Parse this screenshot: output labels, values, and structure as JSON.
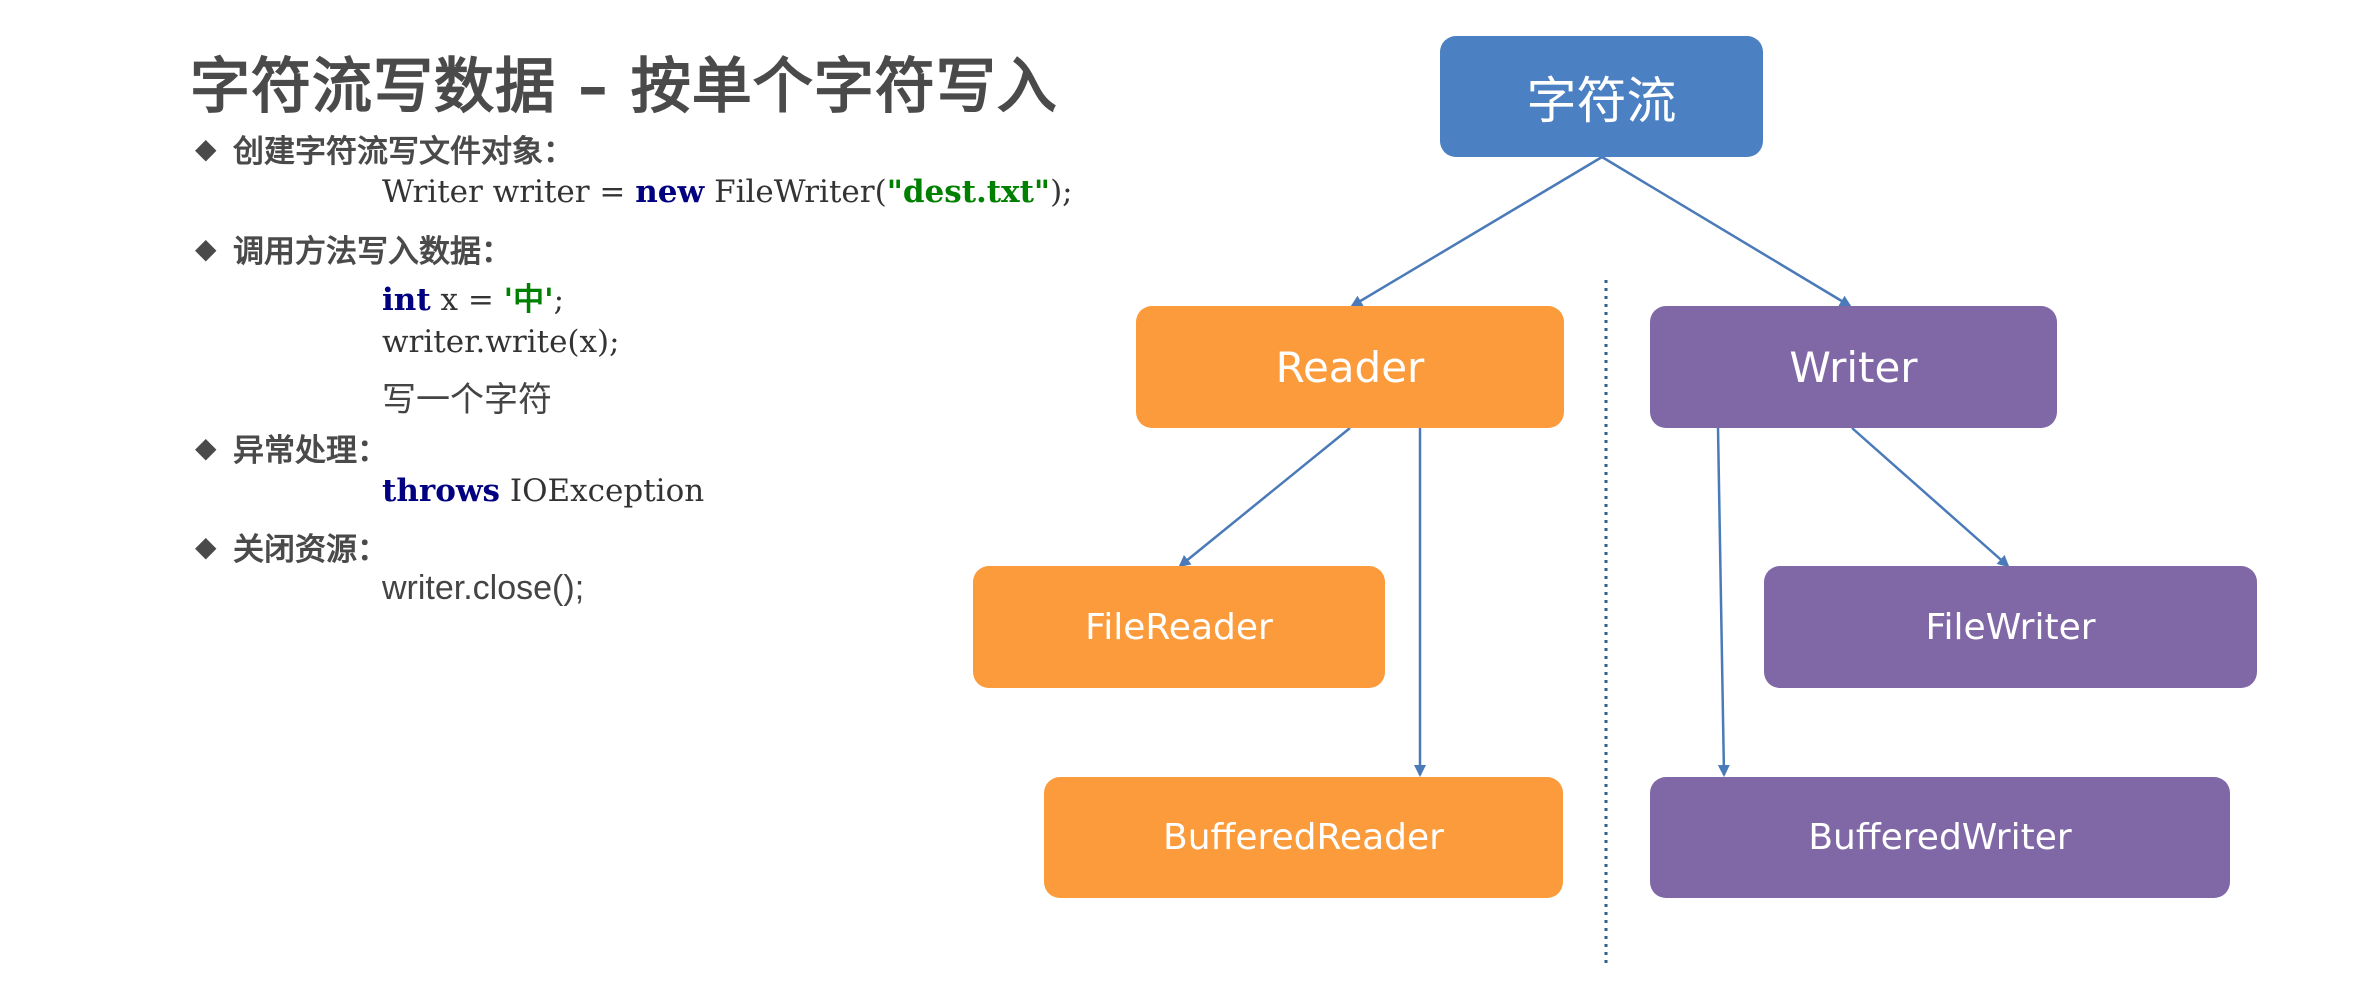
{
  "text": {
    "title": "字符流写数据 – 按单个字符写入",
    "bullet_mark": "◆",
    "bullets": [
      "创建字符流写文件对象：",
      "调用方法写入数据：",
      "异常处理：",
      "关闭资源："
    ],
    "code1": {
      "part1": "Writer writer = ",
      "kw": "new",
      "part2": " FileWriter(",
      "str": "\"dest.txt\"",
      "part3": ");"
    },
    "code2": {
      "kw": "int",
      "part1": " x = ",
      "str": "'中'",
      "part2": ";"
    },
    "code3": "writer.write(x);",
    "note": "写一个字符",
    "code4": {
      "kw": "throws",
      "part1": " IOException"
    },
    "code5": "writer.close();"
  },
  "diagram": {
    "root": "字符流",
    "reader": "Reader",
    "writer": "Writer",
    "file_reader": "FileReader",
    "buffered_reader": "BufferedReader",
    "file_writer": "FileWriter",
    "buffered_writer": "BufferedWriter",
    "colors": {
      "root": "#4b80c2",
      "reader_family": "#fb9b3c",
      "writer_family": "#8068a6",
      "edge": "#4a7ab8",
      "divider": "#2f5f8a"
    }
  }
}
